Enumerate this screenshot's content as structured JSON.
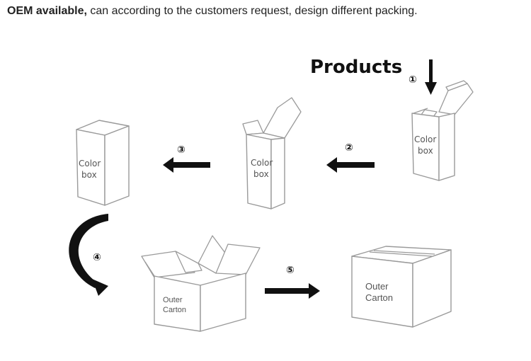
{
  "intro": {
    "bold": "OEM available,",
    "rest": " can according to the customers request, design different packing."
  },
  "diagram": {
    "title": "Products",
    "steps": [
      "①",
      "②",
      "③",
      "④",
      "⑤"
    ],
    "labels": {
      "color_box_1_line1": "Color",
      "color_box_1_line2": "box",
      "color_box_2_line1": "Color",
      "color_box_2_line2": "box",
      "color_box_3_line1": "Color",
      "color_box_3_line2": "box",
      "outer_open_line1": "Outer",
      "outer_open_line2": "Carton",
      "outer_closed_line1": "Outer",
      "outer_closed_line2": "Carton"
    }
  }
}
